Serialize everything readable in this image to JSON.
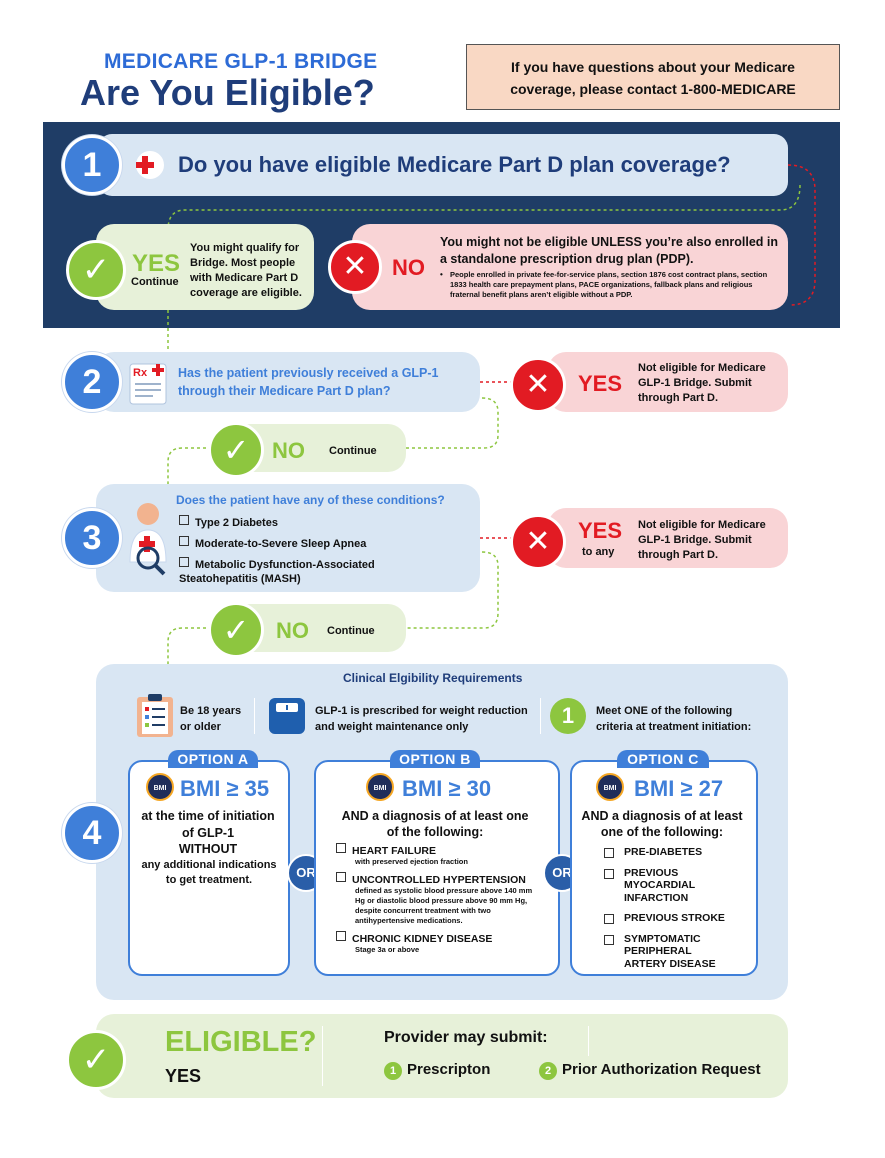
{
  "header": {
    "subtitle": "MEDICARE GLP-1 BRIDGE",
    "title": "Are You Eligible?",
    "contact": "If you have questions about your Medicare coverage, please contact 1-800-MEDICARE"
  },
  "step1": {
    "number": "1",
    "question": "Do you have eligible Medicare Part D plan coverage?",
    "yes_label": "YES",
    "yes_continue": "Continue",
    "yes_text": "You might qualify for Bridge. Most people with Medicare Part D coverage are eligible.",
    "no_label": "NO",
    "no_text": "You might not be eligible UNLESS you’re also enrolled in a standalone prescription drug plan (PDP).",
    "no_note": "People enrolled in private fee-for-service plans, section 1876 cost contract plans, section 1833 health care prepayment plans, PACE organizations, fallback plans and religious fraternal benefit plans aren’t eligible without a PDP."
  },
  "step2": {
    "number": "2",
    "question": "Has the patient previously received a GLP-1 through their Medicare Part D plan?",
    "yes_label": "YES",
    "yes_text": "Not eligible for Medicare GLP-1 Bridge. Submit through Part D.",
    "no_label": "NO",
    "no_continue": "Continue"
  },
  "step3": {
    "number": "3",
    "question": "Does the patient have any of these conditions?",
    "conditions": [
      "Type 2 Diabetes",
      "Moderate-to-Severe Sleep Apnea",
      "Metabolic Dysfunction-Associated",
      "Steatohepatitis (MASH)"
    ],
    "yes_label": "YES",
    "yes_sub": "to any",
    "yes_text": "Not eligible for Medicare GLP-1 Bridge. Submit through Part D.",
    "no_label": "NO",
    "no_continue": "Continue"
  },
  "step4": {
    "number": "4",
    "title": "Clinical Elgibility Requirements",
    "req1": "Be 18 years or older",
    "req2": "GLP-1 is prescribed for weight reduction and weight maintenance only",
    "req3_num": "1",
    "req3": "Meet ONE of the following criteria at treatment initiation:",
    "or_label": "OR",
    "gauge_label": "BMI",
    "optA": {
      "tab": "OPTION A",
      "bmi": "BMI ≥ 35",
      "line1": "at the time of initiation of GLP-1",
      "line2": "WITHOUT",
      "line3": "any additional indications to get treatment."
    },
    "optB": {
      "tab": "OPTION B",
      "bmi": "BMI ≥ 30",
      "intro": "AND a diagnosis of at least one of the following:",
      "items": [
        {
          "name": "HEART FAILURE",
          "sub": "with preserved ejection fraction"
        },
        {
          "name": "UNCONTROLLED HYPERTENSION",
          "sub": "defined as systolic blood pressure above 140 mm Hg or diastolic blood pressure above 90 mm Hg, despite concurrent treatment with two antihypertensive medications."
        },
        {
          "name": "CHRONIC KIDNEY DISEASE",
          "sub": "Stage 3a or above"
        }
      ]
    },
    "optC": {
      "tab": "OPTION C",
      "bmi": "BMI ≥ 27",
      "intro": "AND a diagnosis of at least one of the following:",
      "items": [
        "PRE-DIABETES",
        "PREVIOUS MYOCARDIAL INFARCTION",
        "PREVIOUS STROKE",
        "SYMPTOMATIC PERIPHERAL ARTERY DISEASE"
      ]
    }
  },
  "final": {
    "title": "ELIGIBLE?",
    "answer": "YES",
    "provider": "Provider may submit:",
    "opt1_num": "1",
    "opt1": "Prescripton",
    "opt2_num": "2",
    "opt2": "Prior Authorization Request"
  },
  "colors": {
    "navy_band": "#1f3d66",
    "accent_blue": "#3f7fd9",
    "green": "#8dc63f",
    "red": "#e21b23",
    "contact_bg": "#f9d8c4"
  }
}
